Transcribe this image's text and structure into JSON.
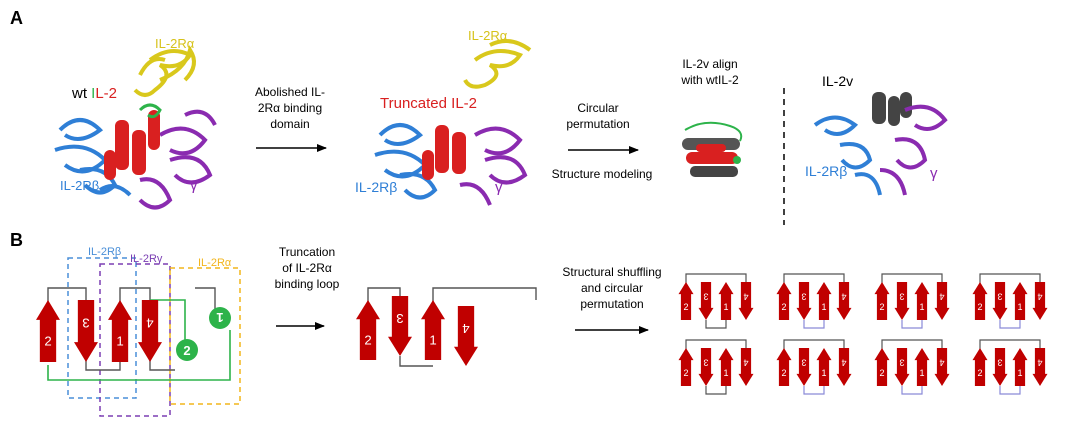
{
  "panel_a": {
    "letter": "A",
    "wt_il2": {
      "part1": "wt ",
      "part2": "I",
      "part3": "L-2"
    },
    "il2ra_left": "IL-2Rα",
    "il2rb_left": "IL-2Rβ",
    "gamma_left": "γ",
    "step1": [
      "Abolished IL-",
      "2Rα binding",
      "domain"
    ],
    "il2ra_mid": "IL-2Rα",
    "truncated": "Truncated IL-2",
    "il2rb_mid": "IL-2Rβ",
    "gamma_mid": "γ",
    "step2": [
      "Circular",
      "permutation"
    ],
    "step3": "Structure modeling",
    "align": [
      "IL-2v align",
      "with wtIL-2"
    ],
    "il2v": "IL-2v",
    "il2rb_right": "IL-2Rβ",
    "gamma_right": "γ"
  },
  "panel_b": {
    "letter": "B",
    "box_b": "IL-2Rβ",
    "box_g": "IL-2Rγ",
    "box_a": "IL-2Rα",
    "helices": [
      "2",
      "3",
      "1",
      "4"
    ],
    "loop_helices": [
      "1",
      "2"
    ],
    "step1": [
      "Truncation",
      "of IL-2Rα",
      "binding loop"
    ],
    "step2": [
      "Structural shuffling",
      "and circular",
      "permutation"
    ],
    "variant_sets": [
      [
        "2",
        "3",
        "1",
        "4"
      ],
      [
        "2",
        "3",
        "1",
        "4"
      ],
      [
        "2",
        "3",
        "1",
        "4"
      ],
      [
        "2",
        "3",
        "1",
        "4"
      ],
      [
        "2",
        "3",
        "1",
        "4"
      ],
      [
        "2",
        "3",
        "1",
        "4"
      ],
      [
        "2",
        "3",
        "1",
        "4"
      ],
      [
        "2",
        "3",
        "1",
        "4"
      ]
    ]
  },
  "colors": {
    "helix": "#c00000",
    "loop_green": "#2db34a",
    "box_blue": "#4a8fd8",
    "box_purple": "#7b3fb3",
    "box_yellow": "#f2b51c",
    "il2rb": "#2f7fd6",
    "gamma": "#8a2bb0",
    "il2ra": "#d6c21a",
    "red": "#d92020"
  }
}
